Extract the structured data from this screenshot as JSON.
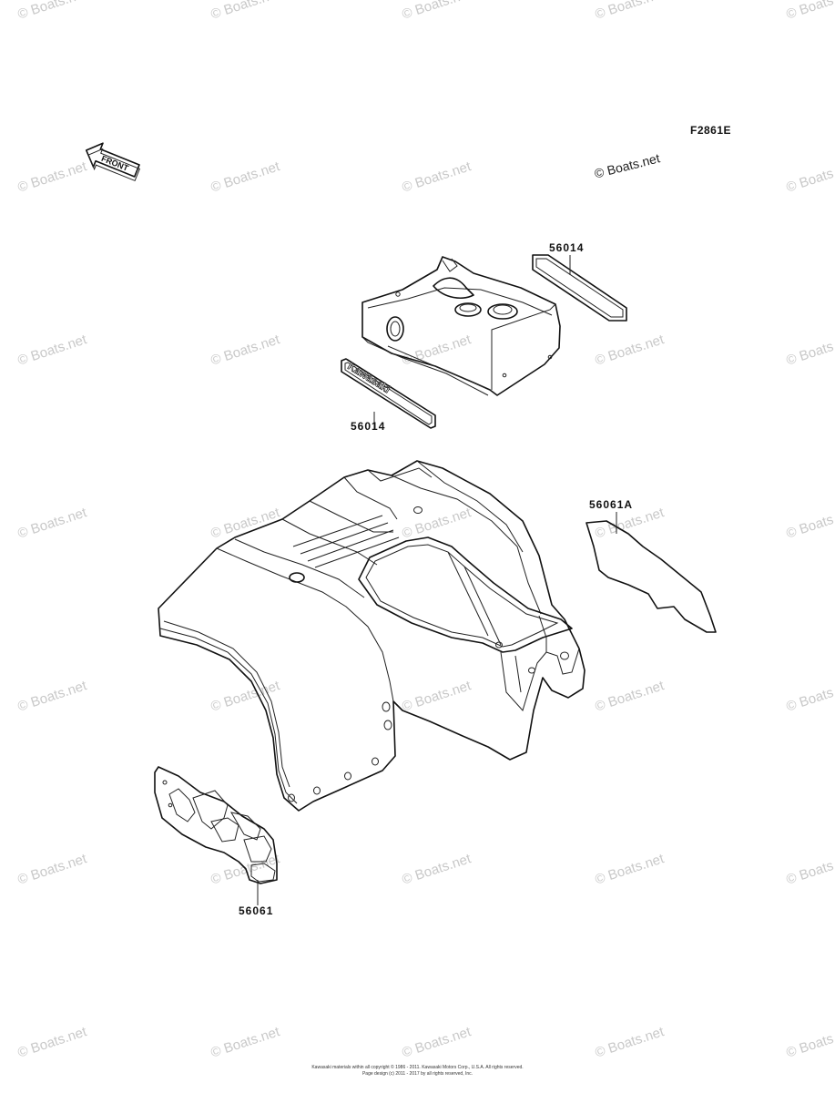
{
  "diagram": {
    "figure_code": "F2861E",
    "copyright_mark": "© Boats.net",
    "watermark_text": "© Boats.net",
    "front_label": "FRONT",
    "emblem_text": "Kawasaki",
    "callouts": [
      {
        "id": "decal-rear",
        "label": "56014"
      },
      {
        "id": "emblem",
        "label": "56014"
      },
      {
        "id": "fender-side-decal",
        "label": "56061A"
      },
      {
        "id": "bayou-decal",
        "label": "56061"
      }
    ],
    "footer_line_1": "Kawasaki materials within all copyright © 1986 - 2011. Kawasaki Motors Corp., U.S.A. All rights reserved.",
    "footer_line_2": "Page design (c) 2011 - 2017 by all rights reserved, Inc."
  }
}
